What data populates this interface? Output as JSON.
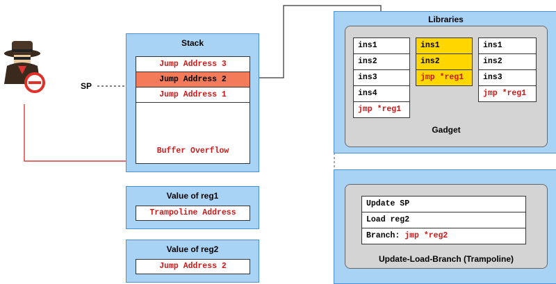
{
  "colors": {
    "panel_blue": "#a9d3f5",
    "highlight_orange": "#f47b5a",
    "highlight_yellow": "#ffd700",
    "code_red": "#cc1a1a",
    "gadget_grey": "#d4d4d4"
  },
  "attacker": {
    "icon": "spy-attacker-icon"
  },
  "sp_label": "SP",
  "stack": {
    "title": "Stack",
    "entries": [
      "Jump Address 3",
      "Jump Address 2",
      "Jump Address 1"
    ],
    "buffer": "Buffer Overflow"
  },
  "reg1": {
    "title": "Value of reg1",
    "value": "Trampoline Address"
  },
  "reg2": {
    "title": "Value of reg2",
    "value": "Jump Address 2"
  },
  "libraries": {
    "title": "Libraries",
    "gadget_label": "Gadget",
    "gadget1": [
      "ins1",
      "ins2",
      "ins3",
      "ins4",
      "jmp *reg1"
    ],
    "gadget2": [
      "ins1",
      "ins2",
      "jmp *reg1"
    ],
    "gadget3": [
      "ins1",
      "ins2",
      "ins3",
      "jmp *reg1"
    ]
  },
  "trampoline": {
    "label": "Update-Load-Branch (Trampoline)",
    "rows": [
      "Update SP",
      "Load reg2"
    ],
    "branch_prefix": "Branch: ",
    "branch_code": "jmp *reg2"
  }
}
